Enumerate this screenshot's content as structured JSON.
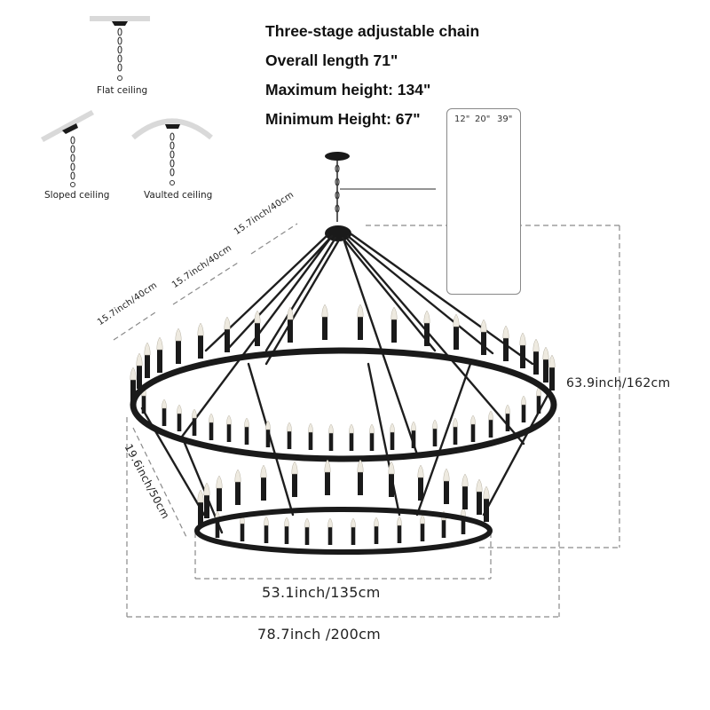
{
  "specs": {
    "line1": "Three-stage adjustable chain",
    "line2": "Overall length 71\"",
    "line3": "Maximum height: 134\"",
    "line4": "Minimum Height: 67\""
  },
  "ceiling_types": {
    "flat": "Flat ceiling",
    "sloped": "Sloped ceiling",
    "vaulted": "Vaulted ceiling"
  },
  "chain_lengths": [
    "12\"",
    "20\"",
    "39\""
  ],
  "dimensions": {
    "arm_segment_1": "15.7inch/40cm",
    "arm_segment_2": "15.7inch/40cm",
    "arm_segment_3": "15.7inch/40cm",
    "tier_gap": "19.6inch/50cm",
    "height": "63.9inch/162cm",
    "bottom_diameter": "53.1inch/135cm",
    "top_diameter": "78.7inch /200cm"
  },
  "colors": {
    "metal": "#1a1a1a",
    "dashed_guide": "#8a8a8a",
    "ceiling_plate": "#d9d9d9",
    "bulb": "#f2efe6"
  }
}
